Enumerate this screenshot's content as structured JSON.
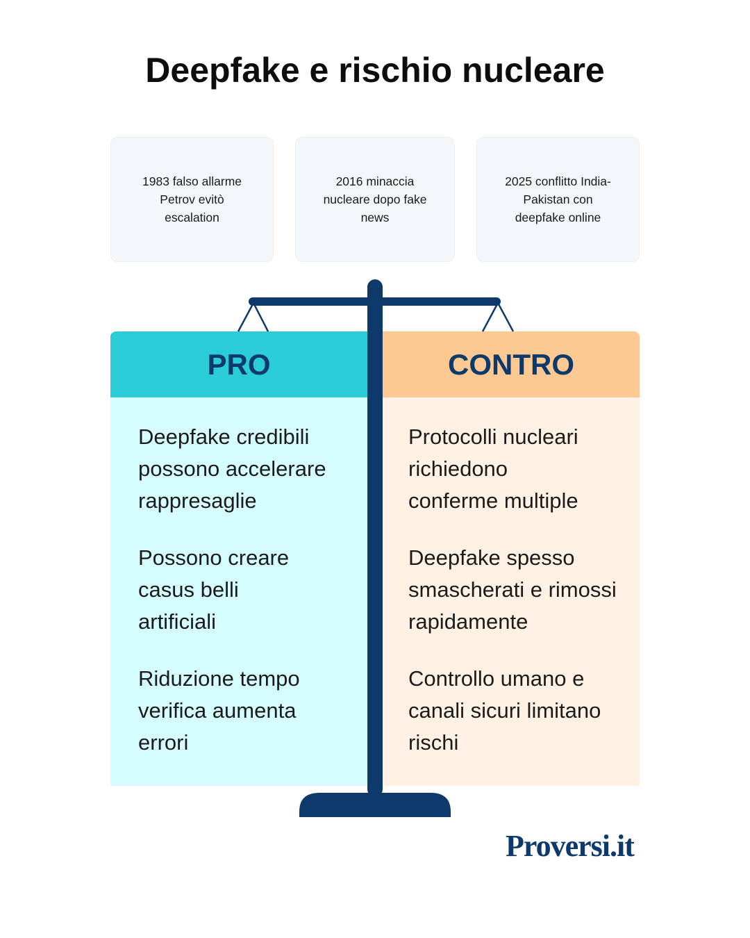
{
  "title": "Deepfake e rischio nucleare",
  "cards": [
    "1983 falso allarme Petrov evitò escalation",
    "2016 minaccia nucleare dopo fake news",
    "2025 conflitto India-Pakistan con deepfake online"
  ],
  "pro": {
    "label": "PRO",
    "items": [
      "Deepfake credibili possono accelerare rappresaglie",
      "Possono creare casus belli artificiali",
      "Riduzione tempo verifica aumenta errori"
    ]
  },
  "contro": {
    "label": "CONTRO",
    "items": [
      "Protocolli nucleari richiedono conferme multiple",
      "Deepfake spesso smascherati e rimossi rapidamente",
      "Controllo umano e canali sicuri limitano rischi"
    ]
  },
  "logo": "Proversi.it",
  "colors": {
    "pro_head": "#2accd6",
    "pro_body": "#d6fdfe",
    "contro_head": "#fdc993",
    "contro_body": "#fff2e4",
    "scale": "#0e3a6b"
  }
}
